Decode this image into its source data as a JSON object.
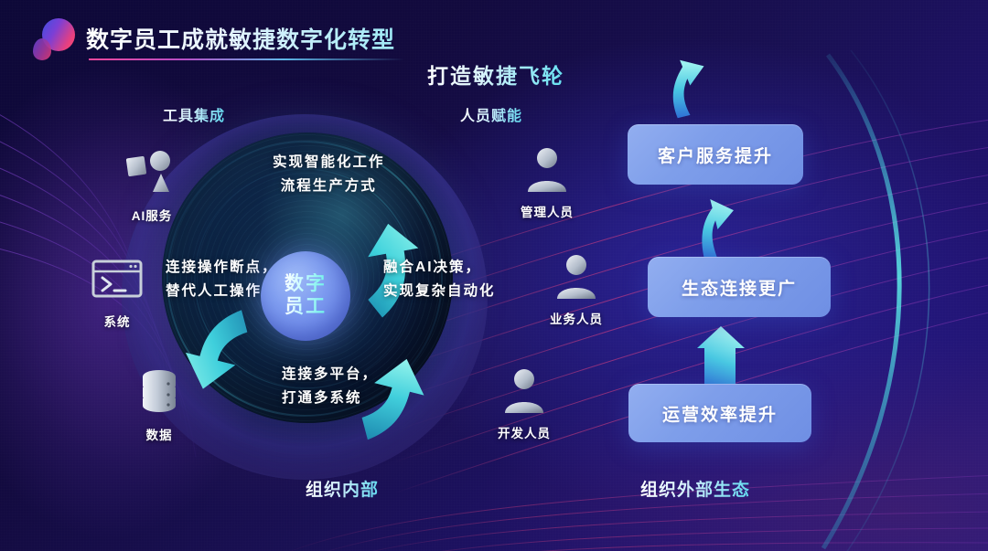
{
  "header": {
    "logo_icon": "brand-circles-logo",
    "title": "数字员工成就敏捷数字化转型"
  },
  "headline": "打造敏捷飞轮",
  "sections": {
    "tools_caption": "工具集成",
    "people_caption": "人员赋能",
    "inner_caption": "组织内部",
    "outer_caption": "组织外部生态"
  },
  "flywheel": {
    "core_line1": "数字",
    "core_line2": "员工",
    "texts": {
      "top_line1": "实现智能化工作",
      "top_line2": "流程生产方式",
      "left_line1": "连接操作断点，",
      "left_line2": "替代人工操作",
      "right_line1": "融合AI决策，",
      "right_line2": "实现复杂自动化",
      "bottom_line1": "连接多平台，",
      "bottom_line2": "打通多系统"
    },
    "arrows": [
      "curved-arrow-upper-right",
      "curved-arrow-lower-right",
      "curved-arrow-lower-left"
    ]
  },
  "tools": [
    {
      "icon": "ai-shapes-icon",
      "label": "AI服务"
    },
    {
      "icon": "terminal-window-icon",
      "label": "系统"
    },
    {
      "icon": "database-cylinder-icon",
      "label": "数据"
    }
  ],
  "people": [
    {
      "icon": "person-icon",
      "label": "管理人员"
    },
    {
      "icon": "person-icon",
      "label": "业务人员"
    },
    {
      "icon": "person-icon",
      "label": "开发人员"
    }
  ],
  "outcomes": [
    {
      "label": "客户服务提升"
    },
    {
      "label": "生态连接更广"
    },
    {
      "label": "运营效率提升"
    }
  ],
  "colors": {
    "background_deep": "#0d0838",
    "background_violet": "#241a82",
    "accent_cyan": "#62dff0",
    "accent_pink": "#f0479b",
    "box_blue": "#7e9eea",
    "core_blue": "#7e9cf0"
  }
}
